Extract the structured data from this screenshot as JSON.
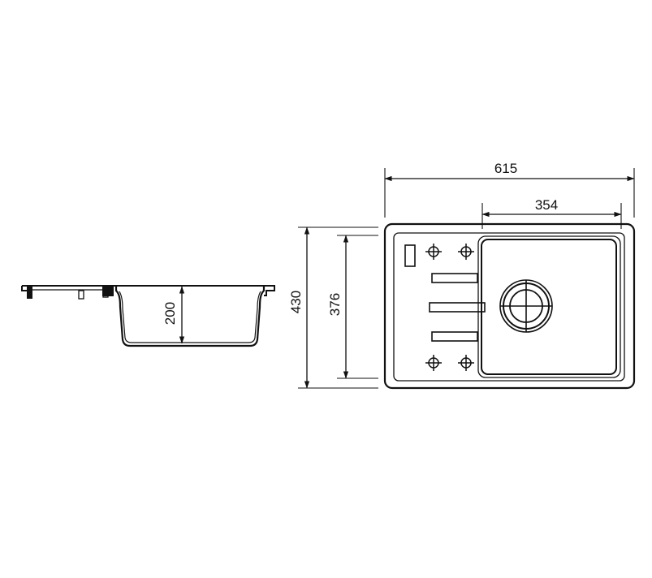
{
  "dimensions": {
    "overall_width": "615",
    "bowl_width": "354",
    "overall_depth": "430",
    "bowl_depth": "376",
    "bowl_height": "200"
  },
  "colors": {
    "line": "#111111",
    "background": "#ffffff"
  }
}
